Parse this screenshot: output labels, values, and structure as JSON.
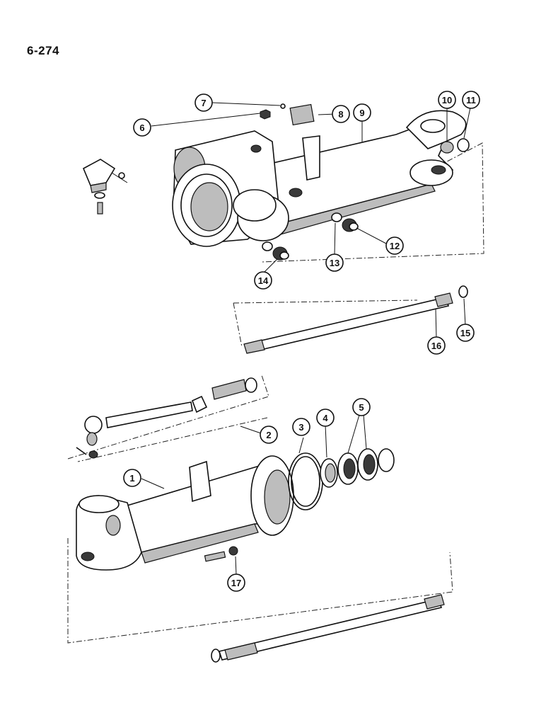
{
  "page_number": "6-274",
  "callouts": [
    "1",
    "2",
    "3",
    "4",
    "5",
    "6",
    "7",
    "8",
    "9",
    "10",
    "11",
    "12",
    "13",
    "14",
    "15",
    "16",
    "17"
  ]
}
